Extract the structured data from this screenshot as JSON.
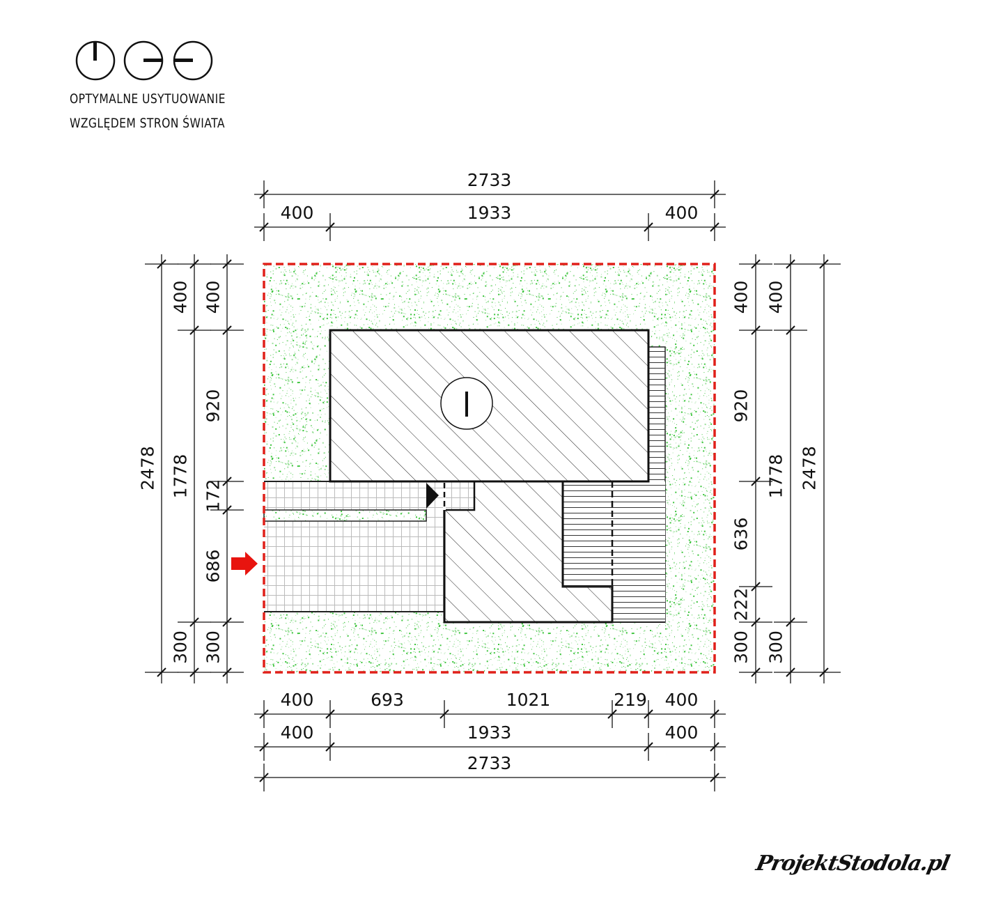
{
  "legend": {
    "line1": "OPTYMALNE USYTUOWANIE",
    "line2": "WZGLĘDEM STRON ŚWIATA",
    "icons": [
      "orientation-north-icon",
      "orientation-east-icon",
      "orientation-west-icon"
    ]
  },
  "dimensions": {
    "top": {
      "total": "2733",
      "segments": [
        "400",
        "1933",
        "400"
      ]
    },
    "bottom": {
      "segments_outer": [
        "400",
        "693",
        "1021",
        "219",
        "400"
      ],
      "segments_mid": [
        "400",
        "1933",
        "400"
      ],
      "total": "2733"
    },
    "left": {
      "total": "2478",
      "mid": [
        "400",
        "1778",
        "300"
      ],
      "inner": [
        "400",
        "920",
        "172",
        "686",
        "300"
      ]
    },
    "right": {
      "inner": [
        "400",
        "920",
        "636",
        "222",
        "300"
      ],
      "mid": [
        "400",
        "1778",
        "300"
      ],
      "total": "2478"
    }
  },
  "colors": {
    "plot_border": "#e0201a",
    "lawn": "#3cc43c",
    "entry_arrow": "#e8140f"
  },
  "brand": "ProjektStodola.pl"
}
